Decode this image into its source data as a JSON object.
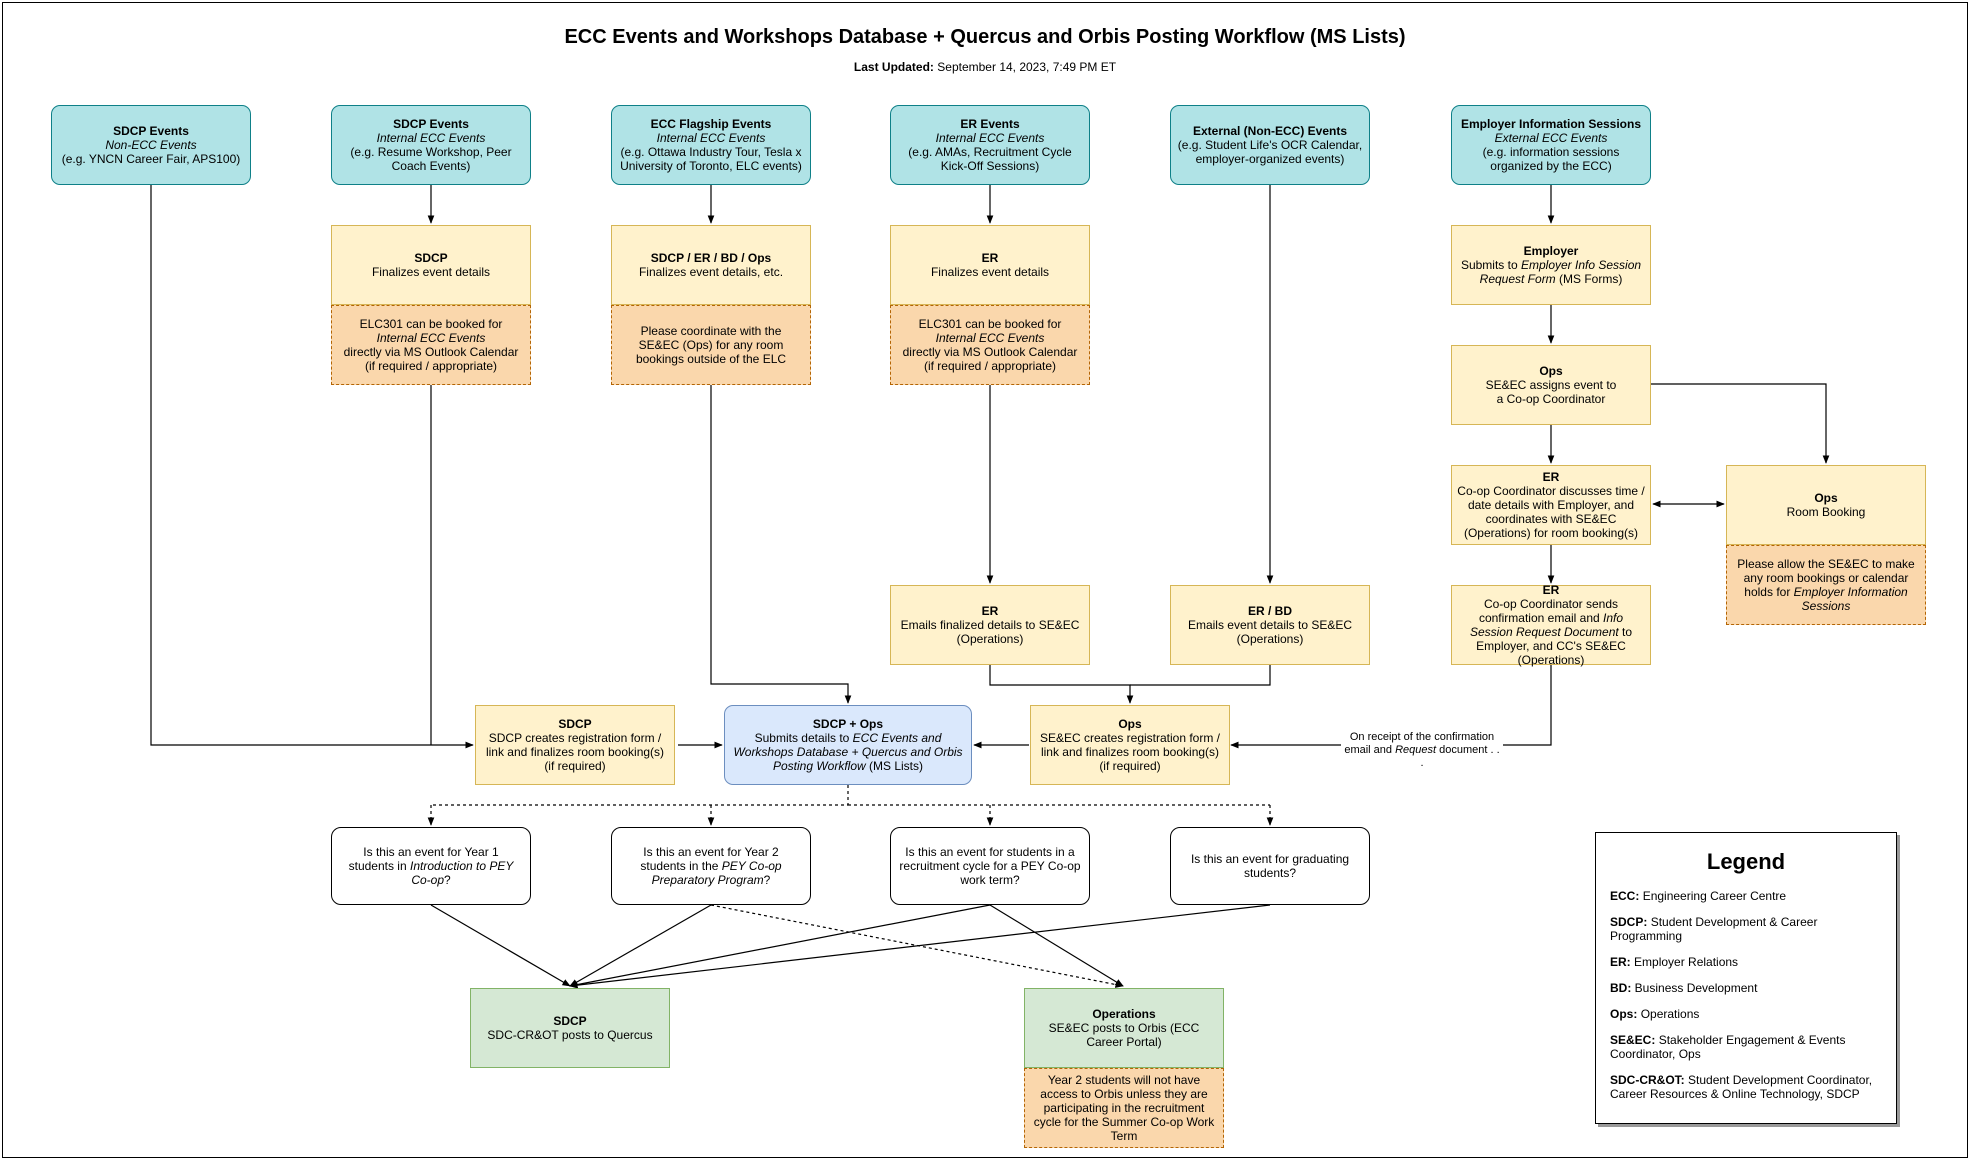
{
  "title": "ECC Events and Workshops Database + Quercus and Orbis Posting Workflow (MS Lists)",
  "last_updated": {
    "label": "Last Updated:",
    "value": "September 14, 2023, 7:49 PM ET"
  },
  "event_types": [
    {
      "title": "SDCP Events",
      "subtitle": "Non-ECC Events",
      "detail": "(e.g. YNCN Career Fair, APS100)"
    },
    {
      "title": "SDCP Events",
      "subtitle": "Internal ECC Events",
      "detail": "(e.g. Resume Workshop, Peer Coach Events)"
    },
    {
      "title": "ECC Flagship Events",
      "subtitle": "Internal ECC Events",
      "detail": "(e.g. Ottawa Industry Tour, Tesla x University of Toronto, ELC events)"
    },
    {
      "title": "ER Events",
      "subtitle": "Internal ECC Events",
      "detail": "(e.g. AMAs, Recruitment Cycle Kick-Off Sessions)"
    },
    {
      "title": "External (Non-ECC) Events",
      "subtitle": "",
      "detail": "(e.g. Student Life's OCR Calendar, employer-organized events)"
    },
    {
      "title": "Employer Information Sessions",
      "subtitle": "External ECC Events",
      "detail": "(e.g. information sessions organized by the ECC)"
    }
  ],
  "steps": {
    "sdcp_finalize": {
      "title": "SDCP",
      "text": "Finalizes event details"
    },
    "flagship_finalize": {
      "title": "SDCP / ER / BD / Ops",
      "text": "Finalizes event details, etc."
    },
    "er_finalize": {
      "title": "ER",
      "text": "Finalizes event details"
    },
    "employer_submit": {
      "title": "Employer",
      "pre": "Submits to ",
      "em": "Employer Info Session Request Form",
      "post": " (MS Forms)"
    },
    "ops_assign": {
      "title": "Ops",
      "text": "SE&EC assigns event to a Co-op Coordinator"
    },
    "er_coordinate": {
      "title": "ER",
      "text": "Co-op Coordinator discusses time / date details with Employer, and coordinates with SE&EC (Operations) for room booking(s)"
    },
    "ops_room": {
      "title": "Ops",
      "text": "Room Booking"
    },
    "er_email": {
      "title": "ER",
      "text": "Emails finalized details to SE&EC (Operations)"
    },
    "erbd_email": {
      "title": "ER / BD",
      "text": "Emails event details to SE&EC (Operations)"
    },
    "er_confirm": {
      "title": "ER",
      "pre": "Co-op Coordinator sends confirmation email and ",
      "em": "Info Session Request Document",
      "post": " to Employer, and CC's SE&EC (Operations)"
    },
    "sdcp_register": {
      "title": "SDCP",
      "text": "SDCP creates registration form / link and finalizes room booking(s) (if required)"
    },
    "submit": {
      "title": "SDCP + Ops",
      "pre": "Submits details to ",
      "em": "ECC Events and Workshops Database + Quercus and Orbis Posting Workflow",
      "post": " (MS Lists)"
    },
    "ops_register": {
      "title": "Ops",
      "text": "SE&EC creates registration form / link and finalizes room booking(s) (if required)"
    },
    "quercus": {
      "title": "SDCP",
      "text": "SDC-CR&OT posts to Quercus"
    },
    "orbis": {
      "title": "Operations",
      "text": "SE&EC posts to Orbis (ECC Career Portal)"
    }
  },
  "notes": {
    "sdcp_elc": {
      "line1": "ELC301 can be booked for",
      "em": "Internal ECC Events",
      "line3": "directly via MS Outlook Calendar",
      "line4": "(if required / appropriate)"
    },
    "flagship": {
      "text": "Please coordinate with the SE&EC (Ops) for any room bookings outside of the ELC"
    },
    "er_elc": {
      "line1": "ELC301 can be booked for",
      "em": "Internal ECC Events",
      "line3": "directly via MS Outlook Calendar",
      "line4": "(if required / appropriate)"
    },
    "room": {
      "pre": "Please allow the SE&EC to make any room bookings or calendar holds for ",
      "em": "Employer Information Sessions"
    },
    "orbis": {
      "text": "Year 2 students will not have access to Orbis unless they are participating in the recruitment cycle for the Summer Co-op Work Term"
    }
  },
  "questions": {
    "year1": {
      "pre": "Is this an event for Year 1 students in ",
      "em": "Introduction to PEY Co-op",
      "post": "?"
    },
    "year2": {
      "pre": "Is this an event for Year 2 students in the ",
      "em": "PEY Co-op Preparatory Program",
      "post": "?"
    },
    "recruitment": {
      "text": "Is this an event for students in a recruitment cycle for a PEY Co-op work term?"
    },
    "graduating": {
      "text": "Is this an event for graduating students?"
    }
  },
  "edge_label": {
    "pre": "On receipt of the confirmation email and ",
    "em": "Request",
    "post": " document . . ."
  },
  "legend": {
    "title": "Legend",
    "items": [
      {
        "abbr": "ECC:",
        "text": "Engineering Career Centre"
      },
      {
        "abbr": "SDCP:",
        "text": "Student Development & Career Programming"
      },
      {
        "abbr": "ER:",
        "text": "Employer Relations"
      },
      {
        "abbr": "BD:",
        "text": "Business Development"
      },
      {
        "abbr": "Ops:",
        "text": "Operations"
      },
      {
        "abbr": "SE&EC:",
        "text": "Stakeholder Engagement & Events Coordinator, Ops"
      },
      {
        "abbr": "SDC-CR&OT:",
        "text": "Student Development Coordinator, Career Resources & Online Technology, SDCP"
      }
    ]
  },
  "colors": {
    "event": "#b0e3e6",
    "step": "#fff2cc",
    "note": "#fad7ac",
    "submit": "#dae8fc",
    "posting": "#d5e8d4"
  }
}
